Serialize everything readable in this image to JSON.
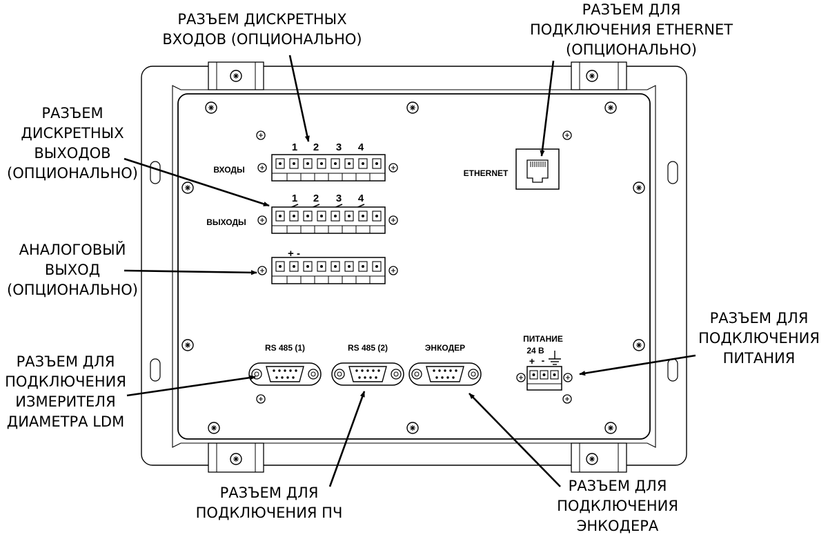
{
  "panel_labels": {
    "inputs_row": "ВХОДЫ",
    "outputs_row": "ВЫХОДЫ",
    "analog_polarity": "+ -",
    "ethernet_port": "ETHERNET",
    "rs485_1": "RS 485 (1)",
    "rs485_2": "RS 485 (2)",
    "encoder_port": "ЭНКОДЕР",
    "power_title": "ПИТАНИЕ",
    "power_voltage": "24 В",
    "power_plus": "+",
    "power_minus": "-",
    "channel_numbers": [
      "1",
      "2",
      "3",
      "4"
    ]
  },
  "callouts": {
    "discrete_inputs": [
      "РАЗЪЕМ ДИСКРЕТНЫХ",
      "ВХОДОВ (ОПЦИОНАЛЬНО)"
    ],
    "ethernet": [
      "РАЗЪЕМ ДЛЯ",
      "ПОДКЛЮЧЕНИЯ ETHERNET",
      "(ОПЦИОНАЛЬНО)"
    ],
    "discrete_outputs": [
      "РАЗЪЕМ",
      "ДИСКРЕТНЫХ",
      "ВЫХОДОВ",
      "(ОПЦИОНАЛЬНО)"
    ],
    "analog_output": [
      "АНАЛОГОВЫЙ",
      "ВЫХОД",
      "(ОПЦИОНАЛЬНО)"
    ],
    "ldm_meter": [
      "РАЗЪЕМ ДЛЯ",
      "ПОДКЛЮЧЕНИЯ",
      "ИЗМЕРИТЕЛЯ",
      "ДИАМЕТРА LDM"
    ],
    "power": [
      "РАЗЪЕМ ДЛЯ",
      "ПОДКЛЮЧЕНИЯ",
      "ПИТАНИЯ"
    ],
    "vfd": [
      "РАЗЪЕМ ДЛЯ",
      "ПОДКЛЮЧЕНИЯ ПЧ"
    ],
    "encoder": [
      "РАЗЪЕМ ДЛЯ",
      "ПОДКЛЮЧЕНИЯ",
      "ЭНКОДЕРА"
    ]
  }
}
